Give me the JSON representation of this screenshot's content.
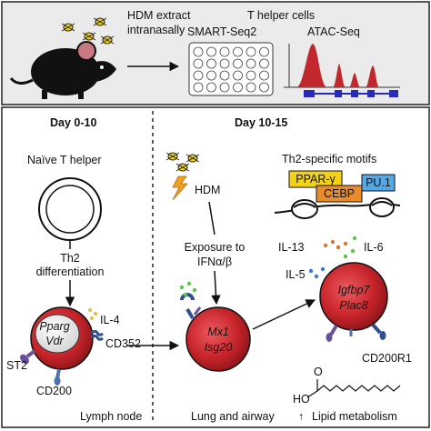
{
  "top_panel": {
    "hdm_line1": "HDM extract",
    "hdm_line2": "intranasally",
    "t_helper": "T helper cells",
    "smart_seq": "SMART-Seq2",
    "atac_seq": "ATAC-Seq"
  },
  "left_panel": {
    "day_label": "Day 0-10",
    "naive": "Naïve T helper",
    "th2_line1": "Th2",
    "th2_line2": "differentiation",
    "gene1": "Pparg",
    "gene2": "Vdr",
    "il4": "IL-4",
    "cd352": "CD352",
    "st2": "ST2",
    "cd200": "CD200",
    "location": "Lymph node"
  },
  "middle_panel": {
    "day_label": "Day 10-15",
    "hdm": "HDM",
    "exposure_line1": "Exposure to",
    "exposure_line2": "IFNα/β",
    "gene1": "Mx1",
    "gene2": "Isg20",
    "location": "Lung and airway"
  },
  "right_panel": {
    "motifs_title": "Th2-specific motifs",
    "ppar": "PPAR-γ",
    "pu1": "PU.1",
    "cebp": "CEBP",
    "il13": "IL-13",
    "il6": "IL-6",
    "il5": "IL-5",
    "gene1": "Igfbp7",
    "gene2": "Plac8",
    "cd200r1": "CD200R1",
    "lipid": "Lipid metabolism",
    "lipid_arrow": "↑",
    "lipid_head": "O",
    "lipid_ho": "HO"
  },
  "colors": {
    "top_bg": "#ebebeb",
    "cell_red": "#c8252b",
    "peak_red": "#c0282d",
    "gene_bar": "#2a2ab8",
    "ppar_yellow": "#f3d215",
    "cebp_orange": "#e98b2a",
    "pu1_blue": "#52a9e6",
    "receptor_purple": "#6a4f9b",
    "receptor_blue": "#2f4f8f",
    "dot_green": "#5cc84a",
    "dot_orange": "#d9782a",
    "dot_blue": "#3a78d8",
    "dot_yellow": "#d8c55a",
    "hdm_bolt": "#f0a020"
  }
}
